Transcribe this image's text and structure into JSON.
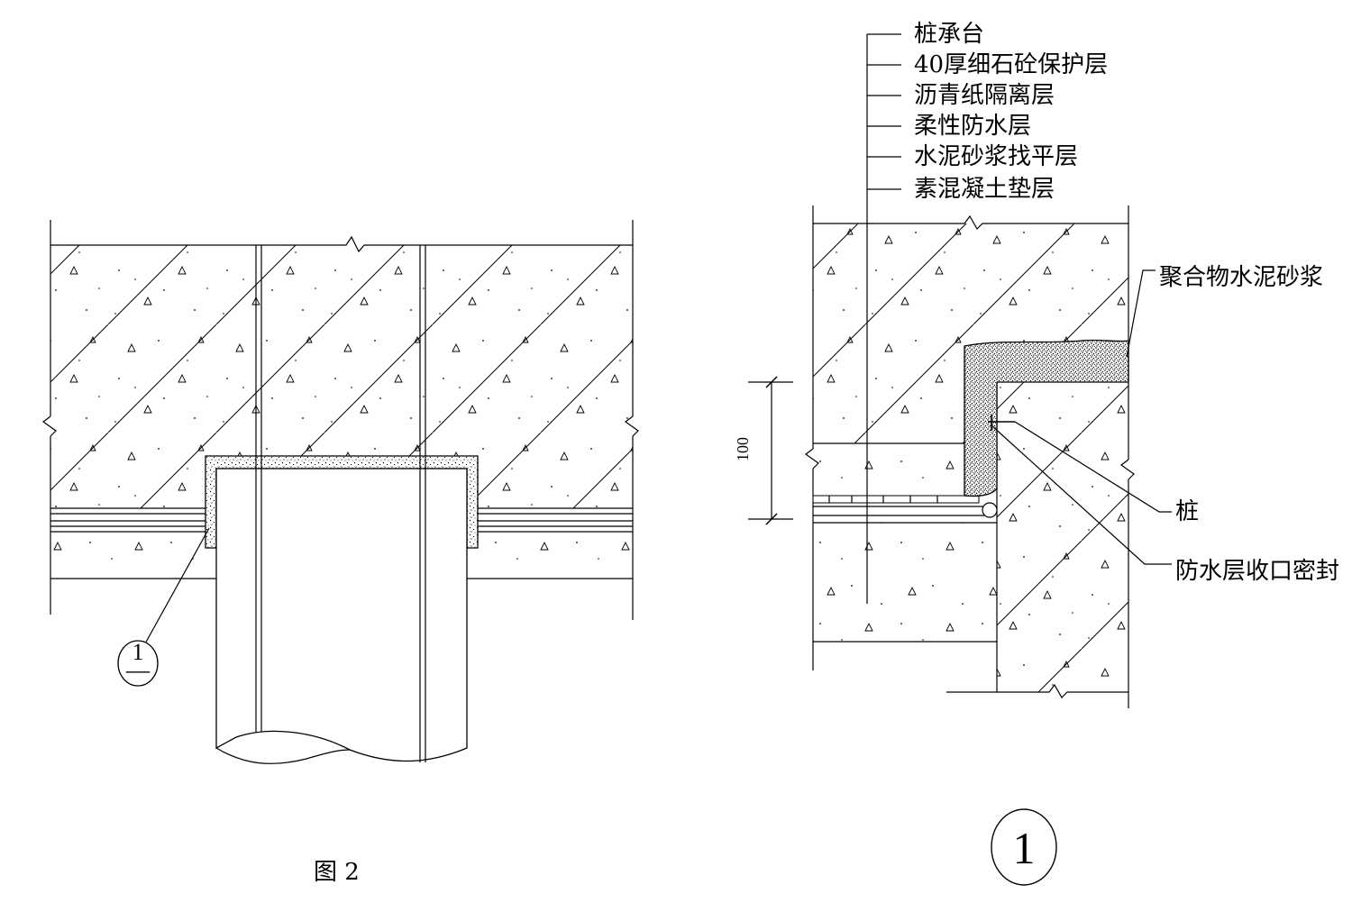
{
  "figure_left": {
    "caption": "图 2",
    "detail_marker_top": "1",
    "detail_marker_bottom": "—"
  },
  "figure_right": {
    "marker": "1",
    "dimension_label": "100",
    "layer_labels": [
      "桩承台",
      "40厚细石砼保护层",
      "沥青纸隔离层",
      "柔性防水层",
      "水泥砂浆找平层",
      "素混凝土垫层"
    ],
    "side_labels": {
      "mortar": "聚合物水泥砂浆",
      "pile": "桩",
      "seal": "防水层收口密封"
    }
  }
}
